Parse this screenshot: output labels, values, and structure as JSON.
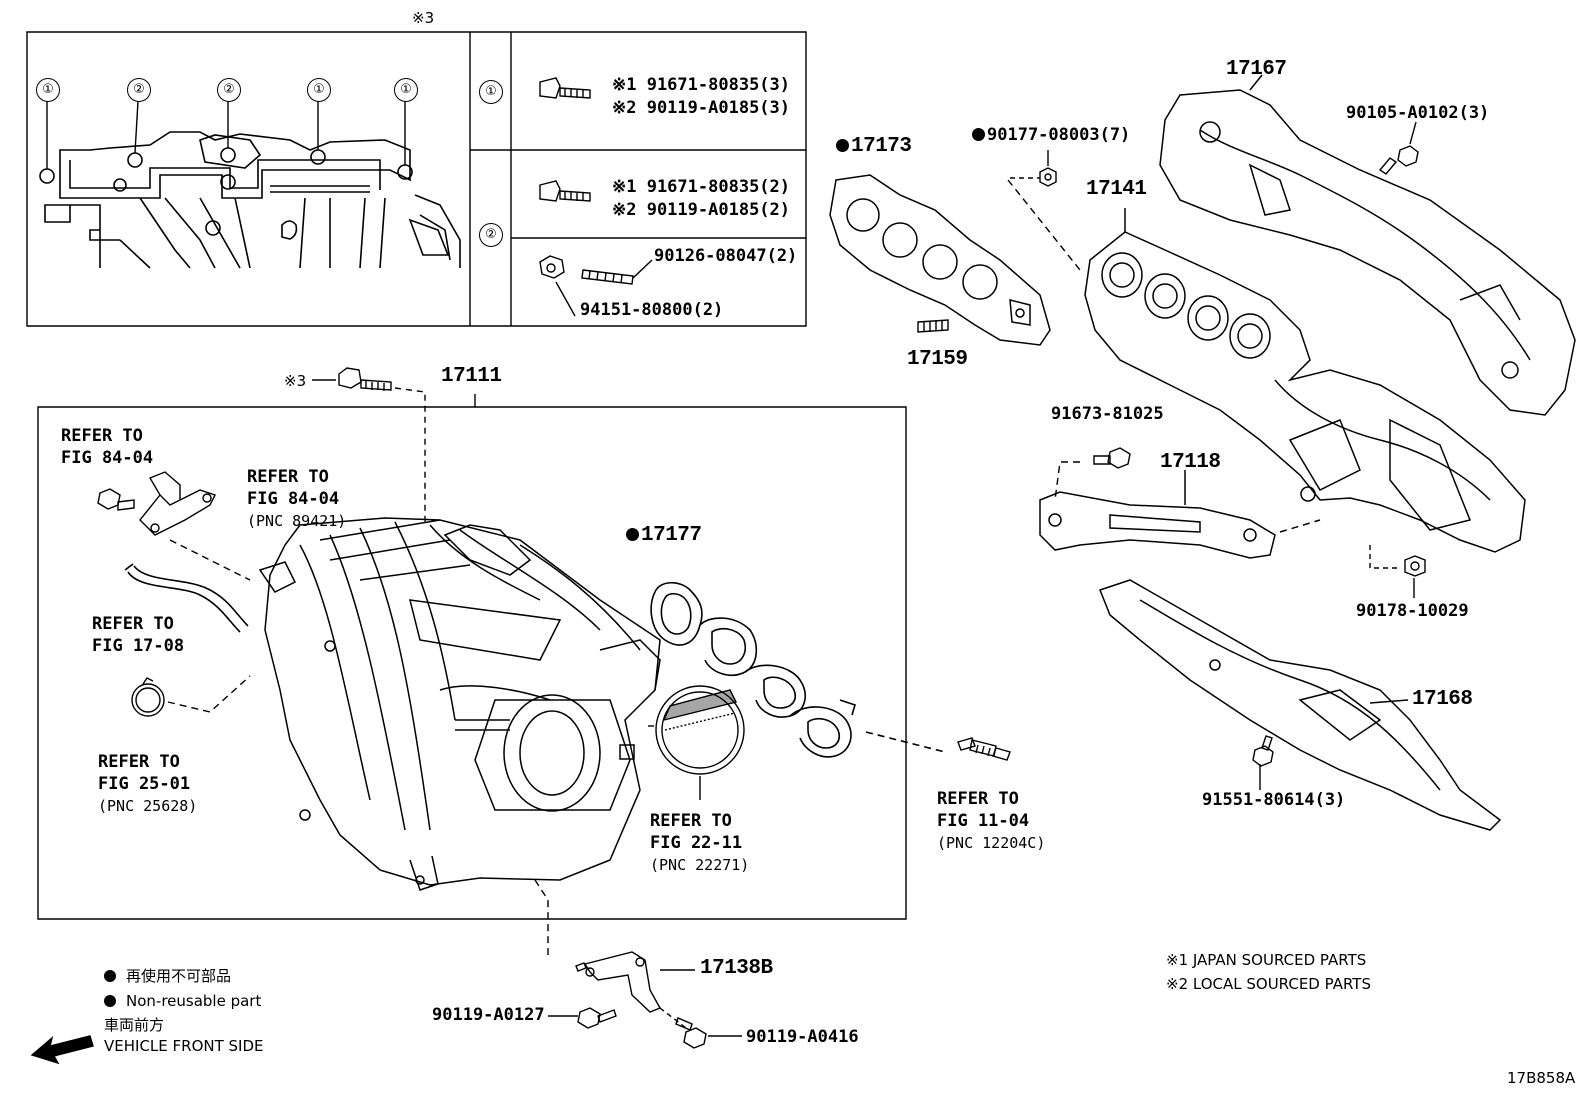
{
  "inset": {
    "mark": "※3",
    "callout_numbers": [
      "①",
      "②",
      "②",
      "①",
      "①"
    ],
    "row1": {
      "marker": "①",
      "line1": "※1 91671-80835(3)",
      "line2": "※2 90119-A0185(3)"
    },
    "row2": {
      "marker": "②",
      "line1": "※1 91671-80835(2)",
      "line2": "※2 90119-A0185(2)",
      "stud": "90126-08047(2)",
      "nut": "94151-80800(2)"
    }
  },
  "parts": {
    "p17111": "17111",
    "p17173": "17173",
    "p17159": "17159",
    "p17177": "17177",
    "p17167": "17167",
    "p17141": "17141",
    "p17118": "17118",
    "p17168": "17168",
    "p17138b": "17138B",
    "p90177": "90177-08003(7)",
    "p90105": "90105-A0102(3)",
    "p91673": "91673-81025",
    "p90178": "90178-10029",
    "p91551": "91551-80614(3)",
    "p90119a": "90119-A0127",
    "p90119b": "90119-A0416",
    "mark3": "※3"
  },
  "refs": {
    "r1": {
      "line1": "REFER TO",
      "line2": "FIG 84-04"
    },
    "r2": {
      "line1": "REFER TO",
      "line2": "FIG 84-04",
      "line3": "(PNC 89421)"
    },
    "r3": {
      "line1": "REFER TO",
      "line2": "FIG 17-08"
    },
    "r4": {
      "line1": "REFER TO",
      "line2": "FIG 25-01",
      "line3": "(PNC 25628)"
    },
    "r5": {
      "line1": "REFER TO",
      "line2": "FIG 22-11",
      "line3": "(PNC 22271)"
    },
    "r6": {
      "line1": "REFER TO",
      "line2": "FIG 11-04",
      "line3": "(PNC 12204C)"
    }
  },
  "legend": {
    "nonreusable_jp": "再使用不可部品",
    "nonreusable_en": "Non-reusable part",
    "front_jp": "車両前方",
    "front_en": "VEHICLE FRONT SIDE"
  },
  "notes": {
    "n1": "※1 JAPAN SOURCED PARTS",
    "n2": "※2 LOCAL SOURCED PARTS"
  },
  "figure_id": "17B858A"
}
